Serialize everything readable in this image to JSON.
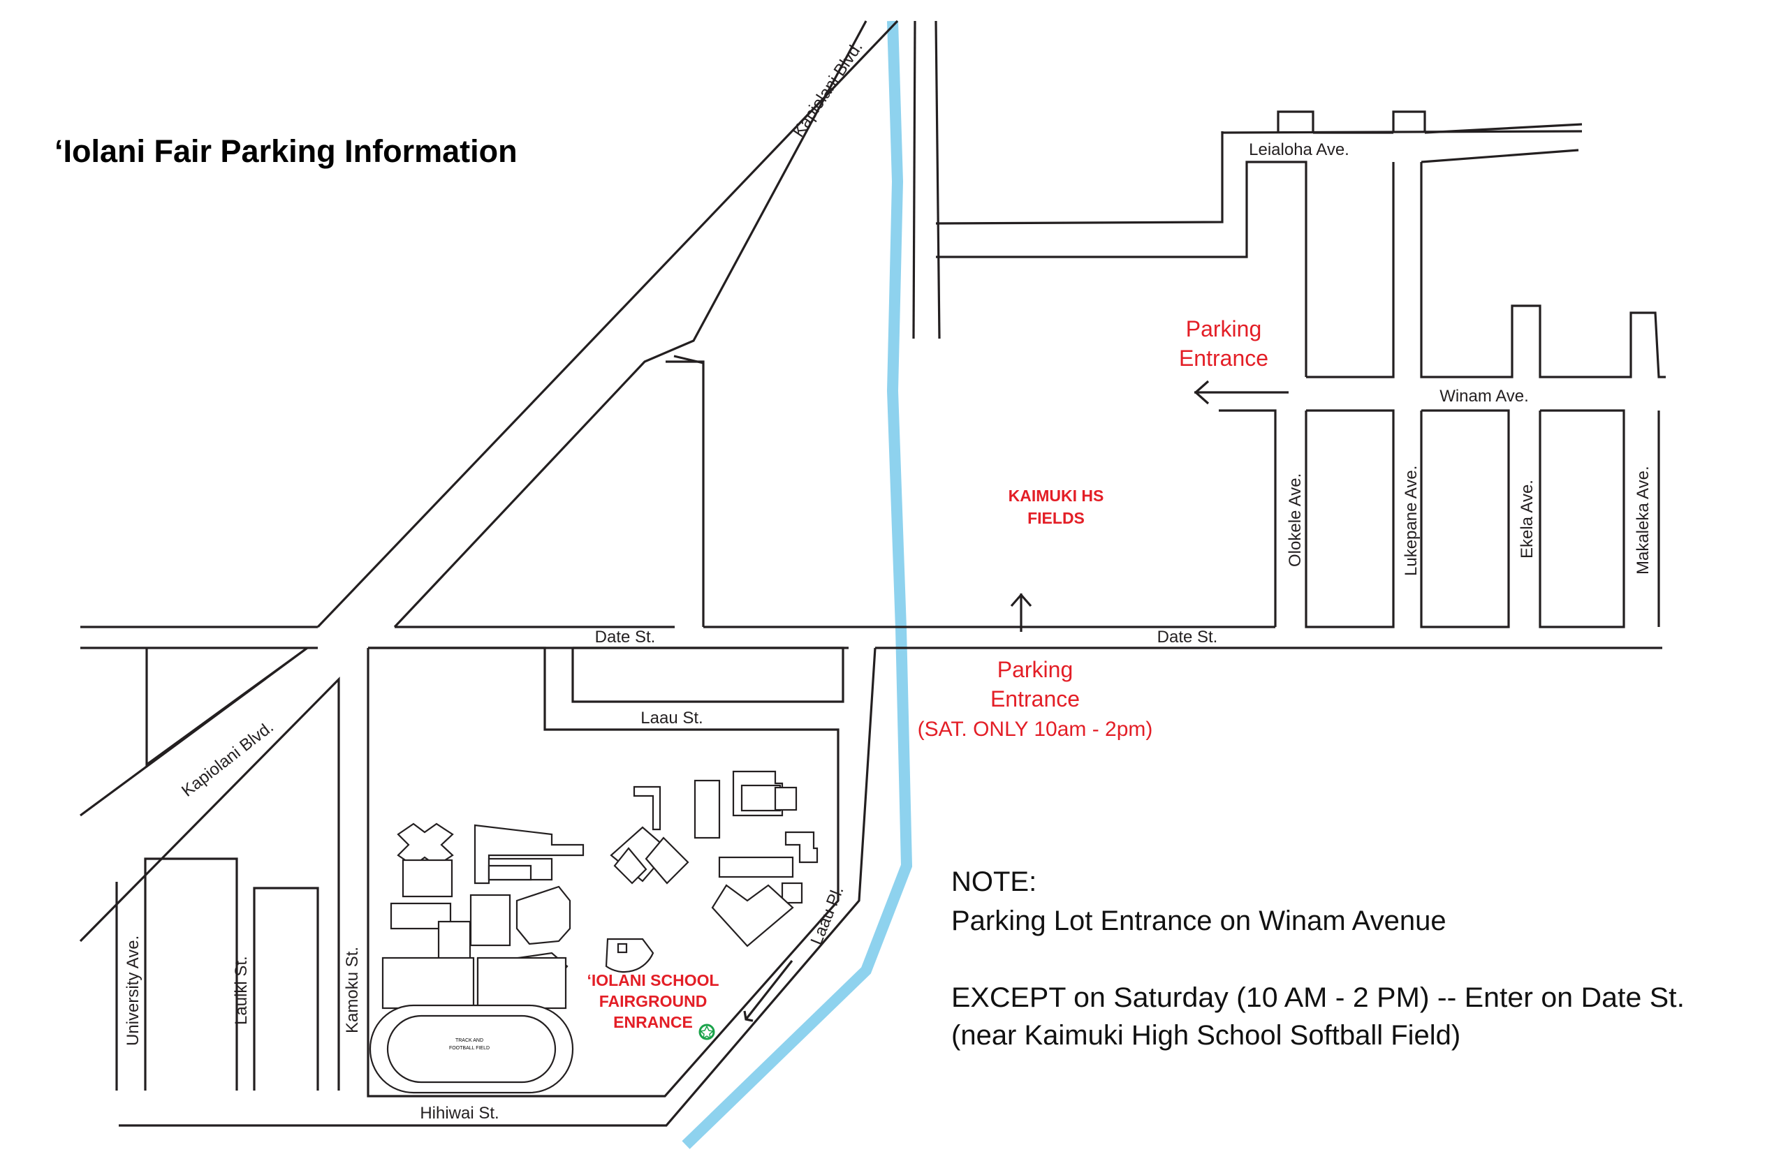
{
  "title": "‘Iolani Fair Parking Information",
  "streets": {
    "kapiolani_upper": "Kapiolani Blvd.",
    "kapiolani_lower": "Kapiolani Blvd.",
    "leialoha": "Leialoha Ave.",
    "winam": "Winam Ave.",
    "date_west": "Date St.",
    "date_east": "Date St.",
    "laau_st": "Laau St.",
    "laau_pl": "Laau Pl.",
    "hihiwai": "Hihiwai St.",
    "university": "University Ave.",
    "lauiki": "Lauiki St.",
    "kamoku": "Kamoku St.",
    "olokele": "Olokele Ave.",
    "lukepane": "Lukepane Ave.",
    "ekela": "Ekela Ave.",
    "makaleka": "Makaleka Ave."
  },
  "labels": {
    "parking_winam_1": "Parking",
    "parking_winam_2": "Entrance",
    "kaimuki_1": "KAIMUKI HS",
    "kaimuki_2": "FIELDS",
    "parking_date_1": "Parking",
    "parking_date_2": "Entrance",
    "parking_date_3": "(SAT. ONLY 10am - 2pm)",
    "fairground_1": "‘IOLANI SCHOOL",
    "fairground_2": "FAIRGROUND",
    "fairground_3": "ENRANCE",
    "track_1": "TRACK AND",
    "track_2": "FOOTBALL FIELD"
  },
  "note": {
    "heading": "NOTE:",
    "line1": "Parking Lot Entrance on Winam Avenue",
    "line2": "EXCEPT on Saturday (10 AM - 2 PM) -- Enter on Date St.",
    "line3": "(near Kaimuki High School Softball Field)"
  },
  "colors": {
    "accent_red": "#e31e26",
    "stream_blue": "#8ed2ee",
    "line": "#231f20",
    "entrance_marker": "#1aa34a"
  },
  "icons": {
    "entrance_marker": "star-icon",
    "winam_arrow": "arrow-left-icon",
    "date_arrow": "arrow-up-icon",
    "laau_arrow": "arrow-down-left-icon"
  }
}
